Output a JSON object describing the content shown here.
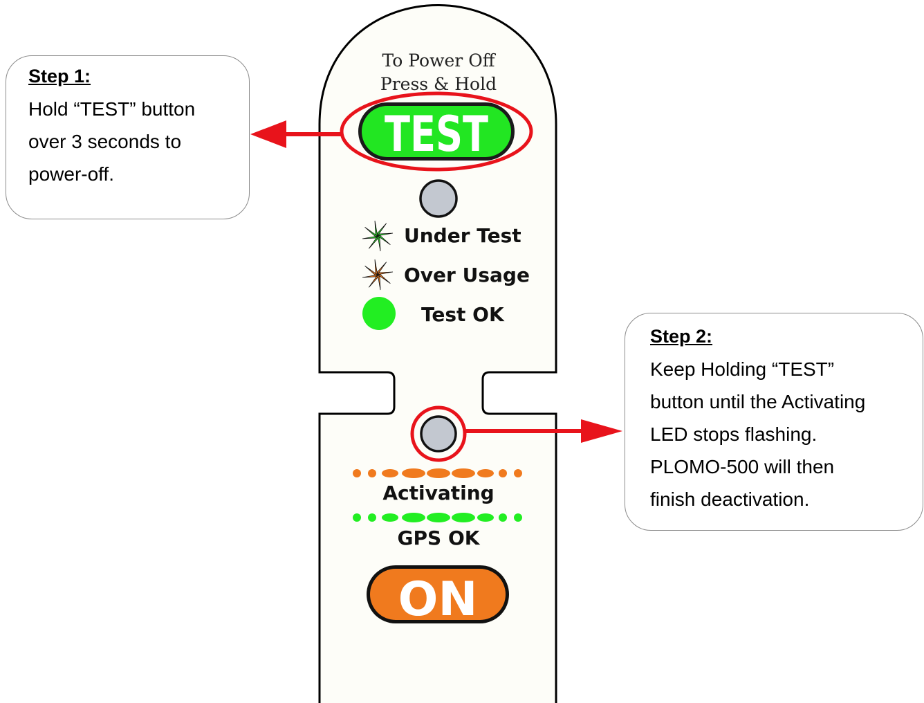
{
  "device": {
    "power_off_line1": "To Power Off",
    "power_off_line2": "Press & Hold",
    "test_button_label": "TEST",
    "legend": [
      {
        "label": "Under Test",
        "icon": "green-flash-icon",
        "color": "#2fdc2f"
      },
      {
        "label": "Over Usage",
        "icon": "orange-flash-icon",
        "color": "#f07a1e"
      },
      {
        "label": "Test OK",
        "icon": "green-dot-icon",
        "color": "#22ee22"
      }
    ],
    "activating_label": "Activating",
    "gps_ok_label": "GPS OK",
    "on_button_label": "ON"
  },
  "step1": {
    "title": "Step 1:",
    "lines": [
      "Hold “TEST” button",
      "over 3 seconds to",
      "power-off."
    ]
  },
  "step2": {
    "title": "Step 2:",
    "lines": [
      "Keep Holding “TEST”",
      "button until the Activating",
      "LED stops flashing.",
      "PLOMO-500 will then",
      "finish deactivation."
    ]
  },
  "colors": {
    "highlight_red": "#e8131b",
    "test_green": "#22e622",
    "on_orange": "#f07a1e",
    "led_gray": "#c3c8d0",
    "panel_bg": "#fdfdf8"
  }
}
